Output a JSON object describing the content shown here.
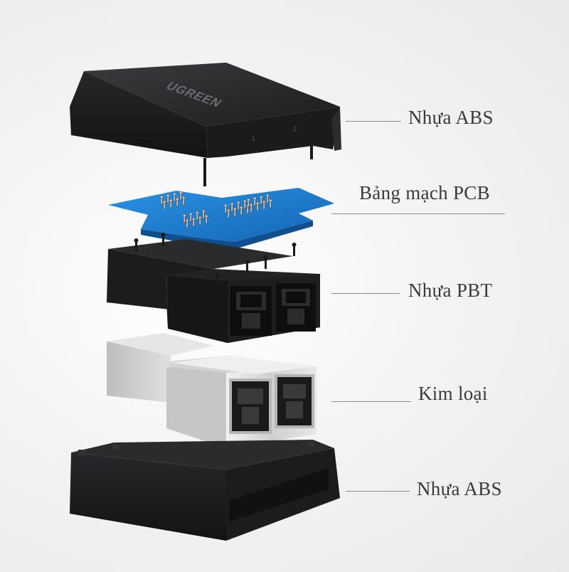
{
  "brand": {
    "logo_text": "UGREEN"
  },
  "layers": [
    {
      "label": "Nhựa ABS"
    },
    {
      "label": "Bảng mạch PCB"
    },
    {
      "label": "Nhựa PBT"
    },
    {
      "label": "Kim loại"
    },
    {
      "label": "Nhựa ABS"
    }
  ],
  "colors": {
    "plastic_dark": "#1e1f21",
    "pcb_blue": "#1f7fd0",
    "metal": "#d9d9d9",
    "text": "#3a3a3a",
    "leader_line": "#8a8a8a"
  },
  "icons": [
    "ethernet-port-icon"
  ]
}
